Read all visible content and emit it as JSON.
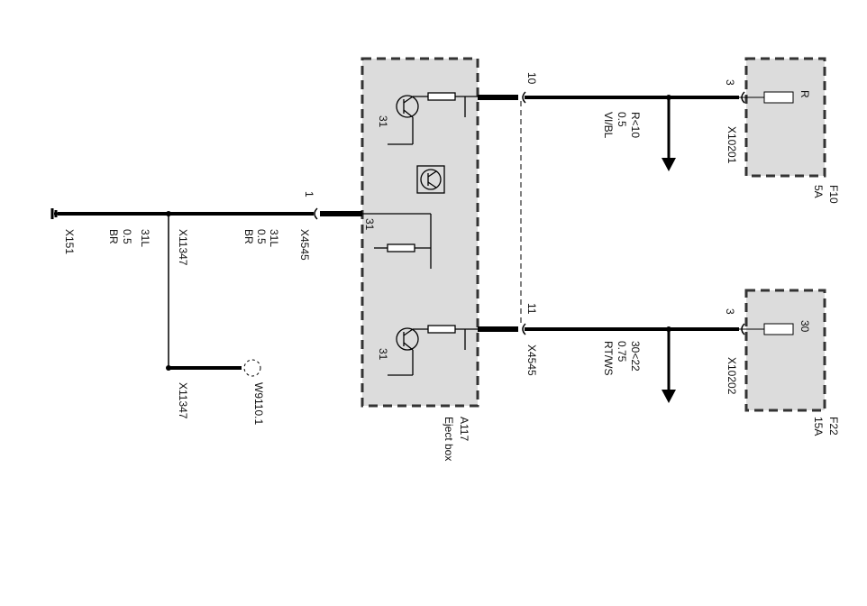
{
  "colors": {
    "wire": "#000000",
    "box_fill": "#dcdcdc",
    "box_border": "#333333"
  },
  "eject_box": {
    "id": "A117",
    "name": "Eject box",
    "pin_ground": "31",
    "pin_ground_2": "31",
    "pin_ground_3": "31"
  },
  "top_circuit": {
    "pin": "10",
    "signal": "R<10",
    "gauge": "0.5",
    "color": "VI/BL",
    "fuse_pin": "3",
    "fuse_terminal": "R",
    "fuse_connector": "X10201",
    "fuse_id": "F10",
    "fuse_rating": "5A"
  },
  "bottom_circuit": {
    "pin": "11",
    "connector": "X4545",
    "signal": "30<22",
    "gauge": "0.75",
    "color": "RT/WS",
    "fuse_pin": "3",
    "fuse_terminal": "30",
    "fuse_connector": "X10202",
    "fuse_id": "F22",
    "fuse_rating": "15A"
  },
  "ground_circuit": {
    "pin": "1",
    "connector": "X4545",
    "signal": "31L",
    "gauge": "0.5",
    "color": "BR",
    "splice": "X11347",
    "signal2": "31L",
    "gauge2": "0.5",
    "color2": "BR",
    "ground": "X151",
    "splice2": "X11347",
    "ground_point": "W9110.1"
  }
}
